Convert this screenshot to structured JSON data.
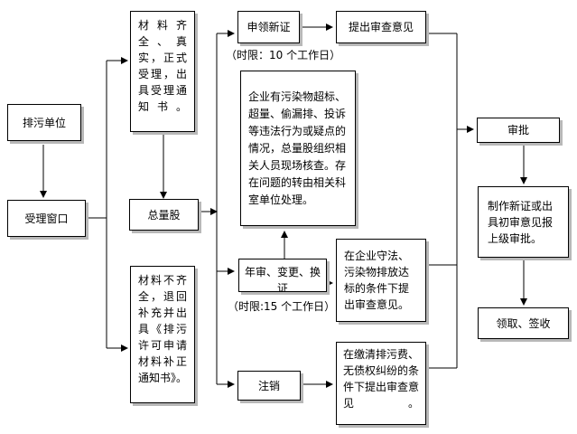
{
  "nodes": {
    "polluter": "排污单位",
    "window": "受理窗口",
    "complete_docs": "材料齐全、真实，正式受理，出具受理通知书。",
    "incomplete_docs": "材料不齐全，退回补充并出具《排污许可申请材料补正通知书》。",
    "general_unit": "总量股",
    "new_license": "申领新证",
    "review_opinion": "提出审查意见",
    "time_limit_new": "（时限：10 个工作日）",
    "violation_check": "企业有污染物超标、超量、偷漏排、投诉等违法行为或疑点的情况，总量股组织相关人员现场核查。存在问题的转由相关科室单位处理。",
    "annual_review": "年审、变更、换证",
    "time_limit_annual": "（时限:15 个工作日）",
    "compliance_opinion": "在企业守法、污染物排放达标的条件下提出审查意见。",
    "cancel": "注销",
    "fee_opinion": "在缴清排污费、无债权纠纷的条件下提出审查意见。",
    "approval": "审批",
    "issue_license": "制作新证或出具初审意见报上级审批。",
    "collect": "领取、签收"
  },
  "colors": {
    "line": "#000000",
    "shadow": "#b8b8b8",
    "background": "#ffffff"
  }
}
